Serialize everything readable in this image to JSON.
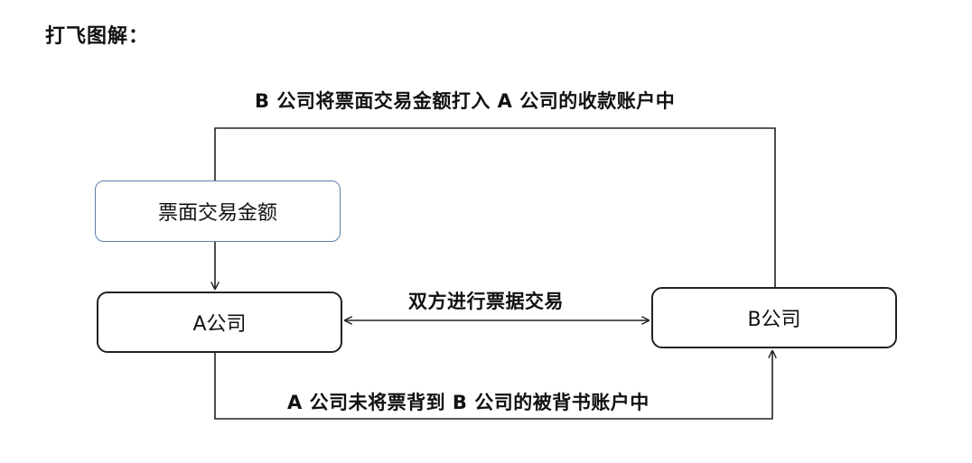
{
  "title": "打飞图解：",
  "boxes": {
    "amount": "票面交易金额",
    "company_a": "A公司",
    "company_b": "B公司"
  },
  "labels": {
    "top_flow": "B 公司将票面交易金额打入 A 公司的收款账户中",
    "mid_flow": "双方进行票据交易",
    "bottom_flow": "A 公司未将票背到 B 公司的被背书账户中"
  },
  "colors": {
    "line": "#222222",
    "amount_border": "#5b7fa6"
  }
}
